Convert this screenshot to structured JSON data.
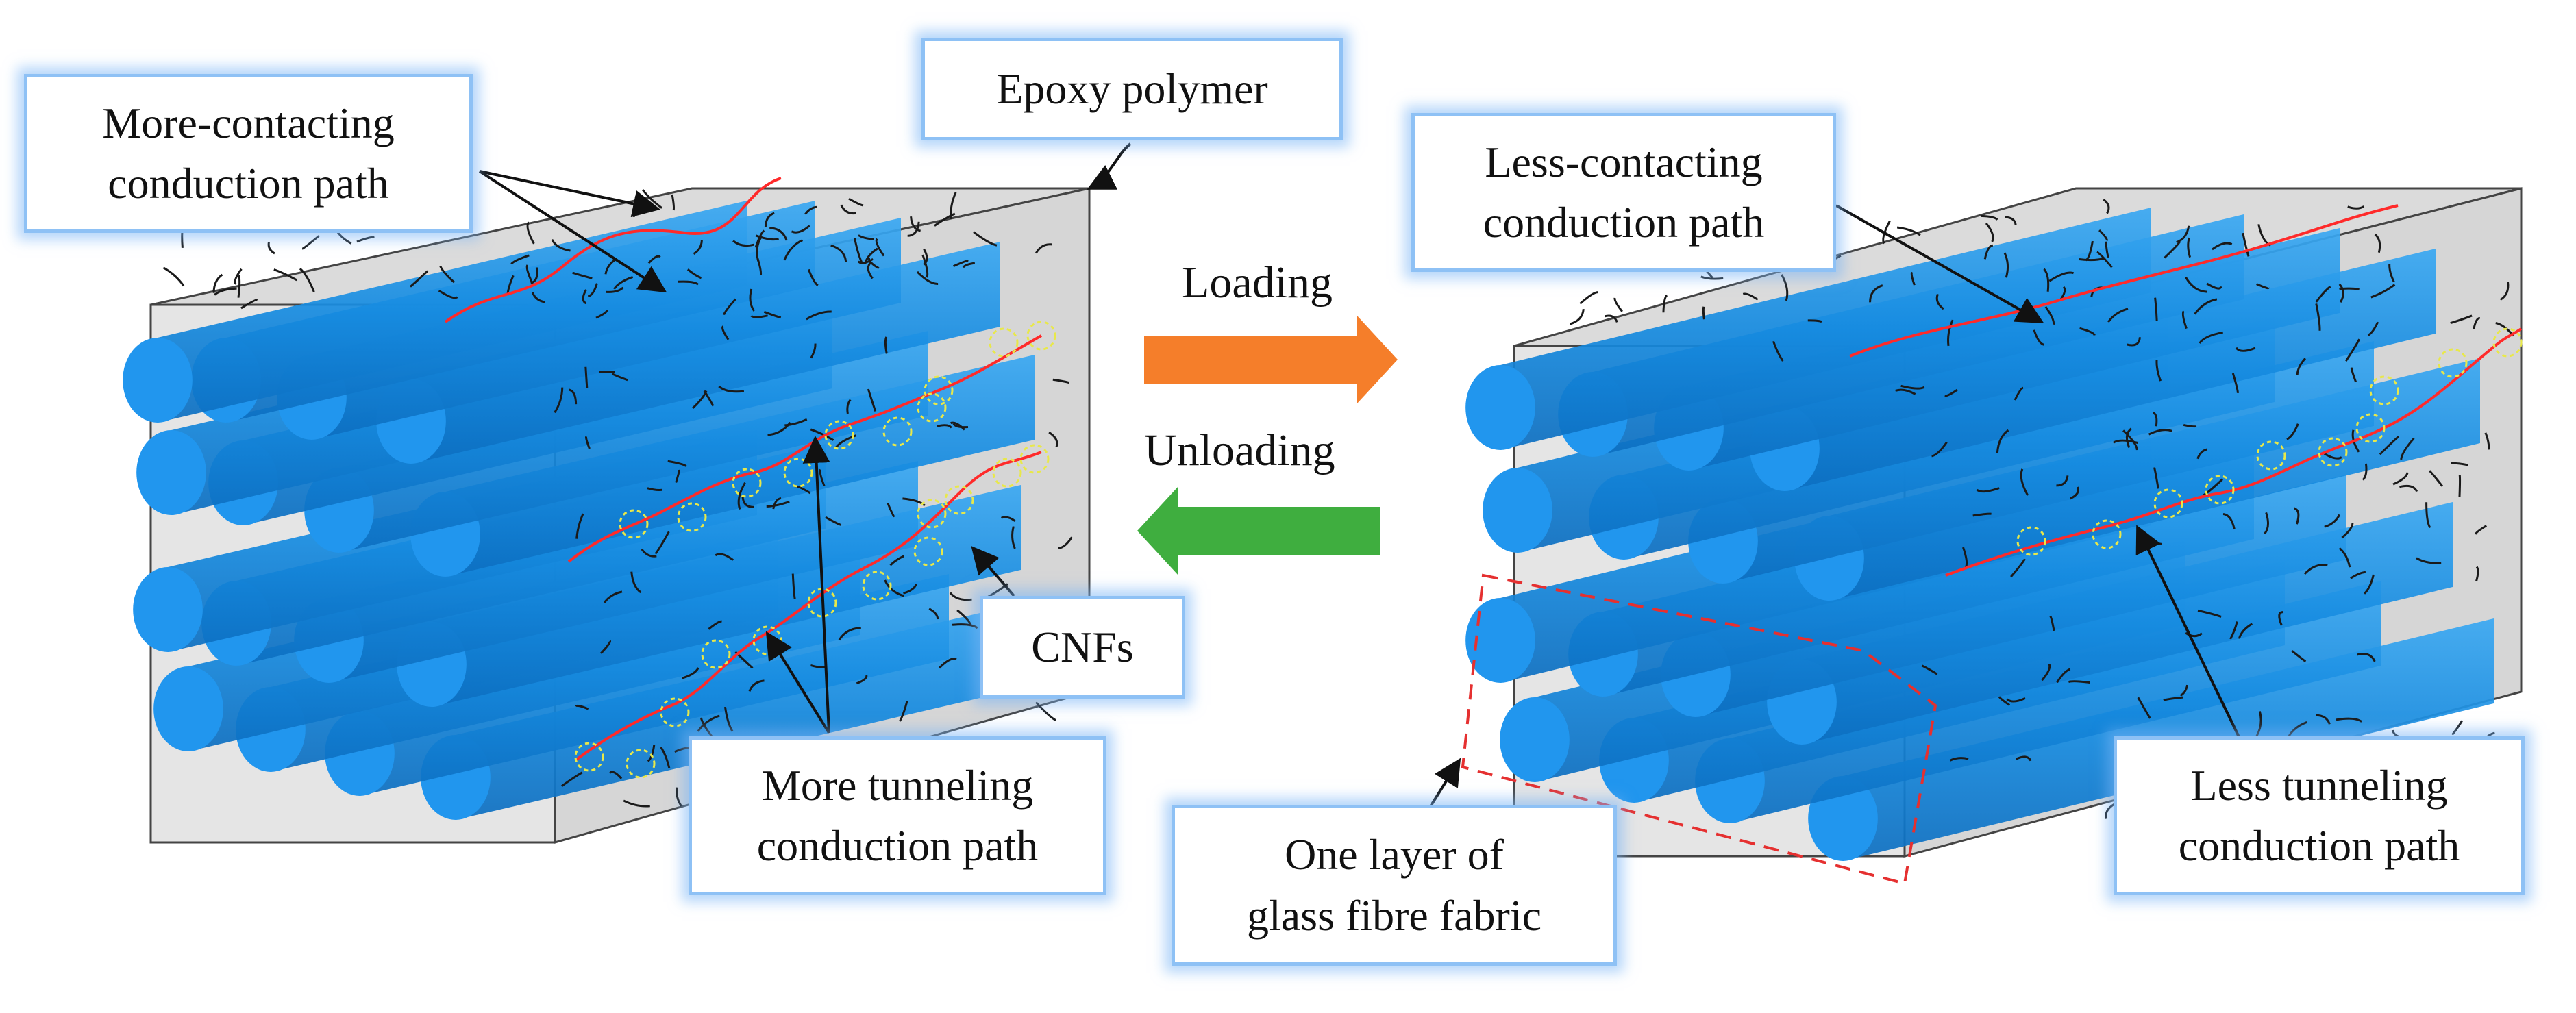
{
  "labels": {
    "more_contacting_l1": "More-contacting",
    "more_contacting_l2": "conduction path",
    "epoxy": "Epoxy polymer",
    "less_contacting_l1": "Less-contacting",
    "less_contacting_l2": "conduction path",
    "loading": "Loading",
    "unloading": "Unloading",
    "cnfs": "CNFs",
    "more_tunneling_l1": "More tunneling",
    "more_tunneling_l2": "conduction path",
    "one_layer_l1": "One layer of",
    "one_layer_l2": "glass fibre fabric",
    "less_tunneling_l1": "Less tunneling",
    "less_tunneling_l2": "conduction path"
  },
  "colors": {
    "fibre": "#1a8fe6",
    "fibre_cap": "#2196ee",
    "matrix": "#8f8f8f",
    "loading_arrow": "#f57e2a",
    "unloading_arrow": "#3fae3f",
    "conduction_path": "#ff2a2a",
    "tunneling_marker": "#e8e84a",
    "fabric_outline": "#e53030",
    "label_border": "#8ec1f5"
  }
}
